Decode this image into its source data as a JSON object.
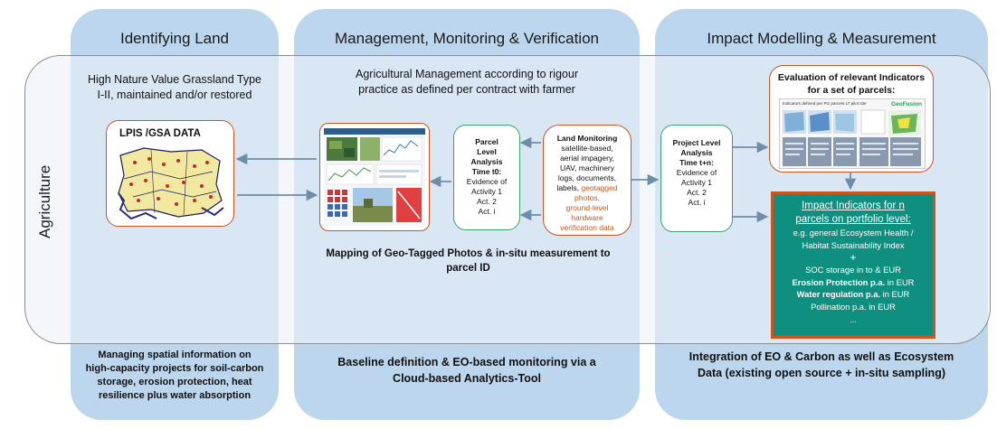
{
  "columns": [
    {
      "title": "Identifying Land"
    },
    {
      "title": "Management, Monitoring & Verification"
    },
    {
      "title": "Impact Modelling & Measurement"
    }
  ],
  "band_label": "Agriculture",
  "identify": {
    "caption_line1": "High Nature Value Grassland Type",
    "caption_line2": "I-II, maintained and/or restored",
    "lpis_title": "LPIS /GSA DATA"
  },
  "management": {
    "caption_line1": "Agricultural Management according to rigour",
    "caption_line2": "practice as defined per contract with farmer",
    "mapping_line1": "Mapping of Geo-Tagged Photos & in-situ measurement to",
    "mapping_line2": "parcel ID"
  },
  "parcel": {
    "title_lines": [
      "Parcel",
      "Level",
      "Analysis",
      "Time t0:"
    ],
    "body_lines": [
      "Evidence of",
      "Activity 1",
      "Act. 2",
      "Act. i"
    ]
  },
  "land_monitoring": {
    "title": "Land Monitoring",
    "black_lines": [
      "satellite-based,",
      "aerial impagery,",
      "UAV, machinery",
      "logs, documents,"
    ],
    "mixed_black": "labels, ",
    "mixed_orange": "geotagged",
    "orange_lines": [
      "photos,",
      "ground-level",
      "hardware",
      "verification data"
    ]
  },
  "project": {
    "title_lines": [
      "Project Level",
      "Analysis",
      "Time t+n:"
    ],
    "body_lines": [
      "Evidence of",
      "Activity 1",
      "Act. 2",
      "Act. i"
    ]
  },
  "evaluation": {
    "title_line1": "Evaluation of relevant Indicators",
    "title_line2": "for a set of parcels:",
    "inner_caption": "Indicators defined per PG parcels LT pilot site",
    "geo_label": "GeoFusion"
  },
  "impact": {
    "heading_line1": "Impact Indicators for n",
    "heading_line2": "parcels on portfolio level:",
    "line_eg1": "e.g. general Ecosystem Health /",
    "line_eg2": "Habitat Sustainability Index",
    "plus": "+",
    "soc": "SOC storage in to & EUR",
    "erosion_bold": "Erosion Protection p.a.",
    "erosion_rest": " in EUR",
    "water_bold": "Water regulation p.a.",
    "water_rest": " in EUR",
    "pollination": "Pollination p.a. in EUR",
    "ellipsis": "..."
  },
  "bottom": {
    "left_lines": [
      "Managing spatial information on",
      "high-capacity projects for soil-carbon",
      "storage, erosion protection, heat",
      "resilience plus water absorption"
    ],
    "middle_lines": [
      "Baseline definition & EO-based monitoring via a",
      "Cloud-based Analytics-Tool"
    ],
    "right_lines": [
      "Integration of EO & Carbon as well as Ecosystem",
      "Data (existing open source + in-situ sampling)"
    ]
  },
  "colors": {
    "column_bg": "#bcd6ee",
    "red_border": "#d0521f",
    "green_border": "#3aa36a",
    "teal_fill": "#0e8f80",
    "arrow": "#6e8ea8",
    "orange_text": "#c65a1e"
  }
}
